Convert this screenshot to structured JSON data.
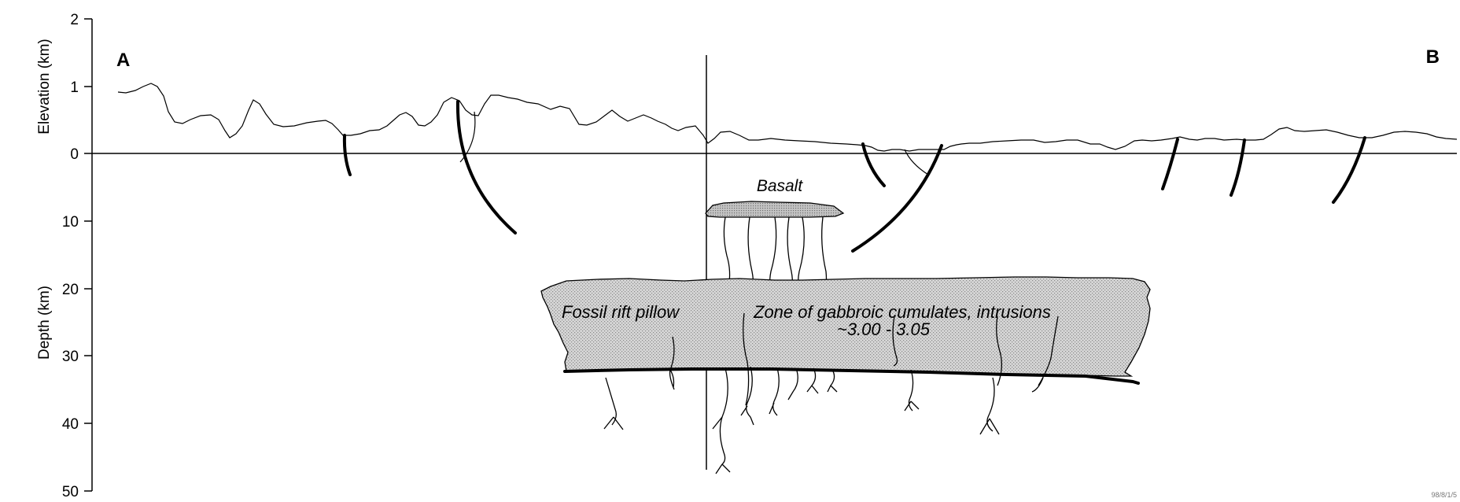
{
  "labels": {
    "end_left": "A",
    "end_right": "B",
    "elevation_axis": "Elevation (km)",
    "depth_axis": "Depth (km)",
    "basalt": "Basalt",
    "fossil_rift_pillow": "Fossil rift pillow",
    "gabbroic_zone": "Zone of gabbroic cumulates, intrusions",
    "density_range": "~3.00 - 3.05",
    "figure_id": "98/8/1/5"
  },
  "elevation_ticks": [
    "2",
    "1",
    "0"
  ],
  "depth_ticks": [
    "10",
    "20",
    "30",
    "40",
    "50"
  ],
  "colors": {
    "ink": "#000000",
    "body_fill": "#cfcfcf",
    "basalt_fill": "#bdbdbd"
  }
}
